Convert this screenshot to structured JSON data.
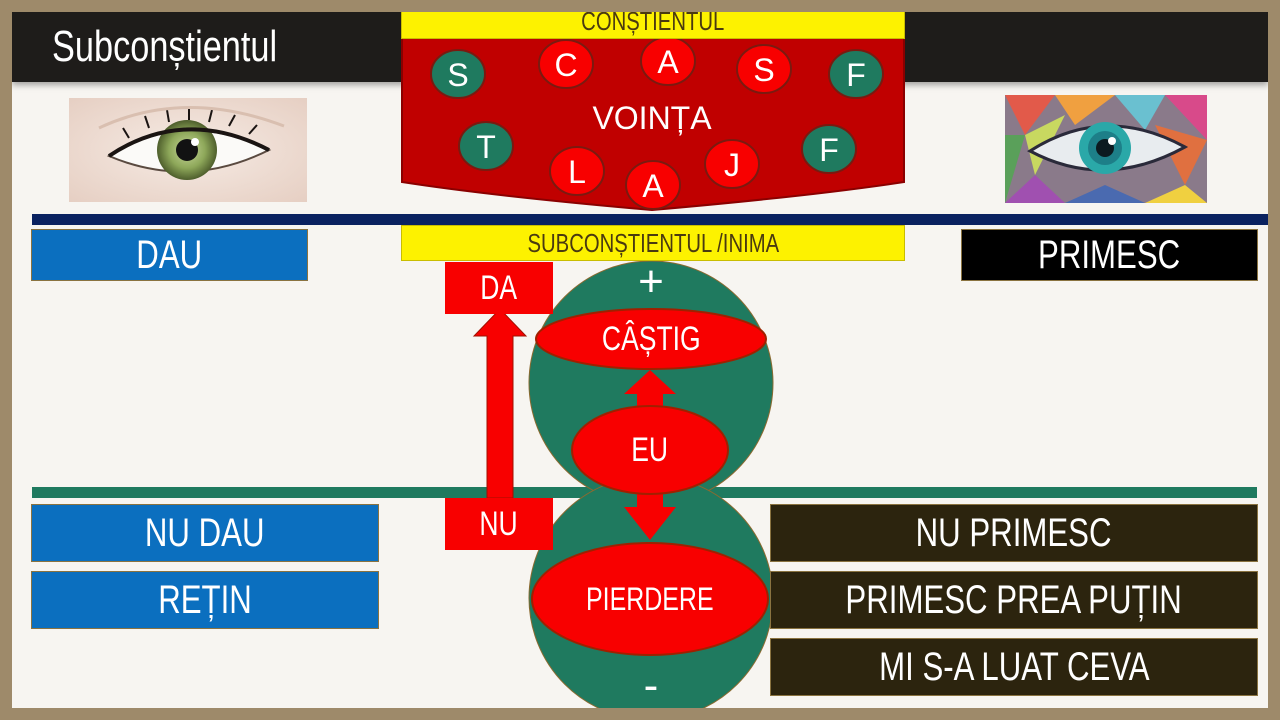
{
  "title": "Subconștientul",
  "conscious_label": "CONȘTIENTUL",
  "will": {
    "label": "VOINȚA",
    "letters": [
      "S",
      "C",
      "A",
      "S",
      "F",
      "T",
      "L",
      "A",
      "J",
      "F"
    ]
  },
  "subconscious_label": "SUBCONȘTIENTUL /INIMA",
  "give_label": "DAU",
  "receive_label": "PRIMESC",
  "yes_label": "DA",
  "no_label": "NU",
  "plus_sign": "+",
  "minus_sign": "-",
  "gain_label": "CÂȘTIG",
  "self_label": "EU",
  "loss_label": "PIERDERE",
  "left_negative": [
    "NU DAU",
    "REȚIN"
  ],
  "right_negative": [
    "NU PRIMESC",
    "PRIMESC PREA PUȚIN",
    "MI S-A LUAT CEVA"
  ],
  "colors": {
    "red": "#f80000",
    "dark_red": "#c00000",
    "green": "#1f7a5f",
    "blue": "#0b6fbf",
    "navy": "#0a2260",
    "yellow": "#fdf200",
    "brown": "#2c240e"
  }
}
